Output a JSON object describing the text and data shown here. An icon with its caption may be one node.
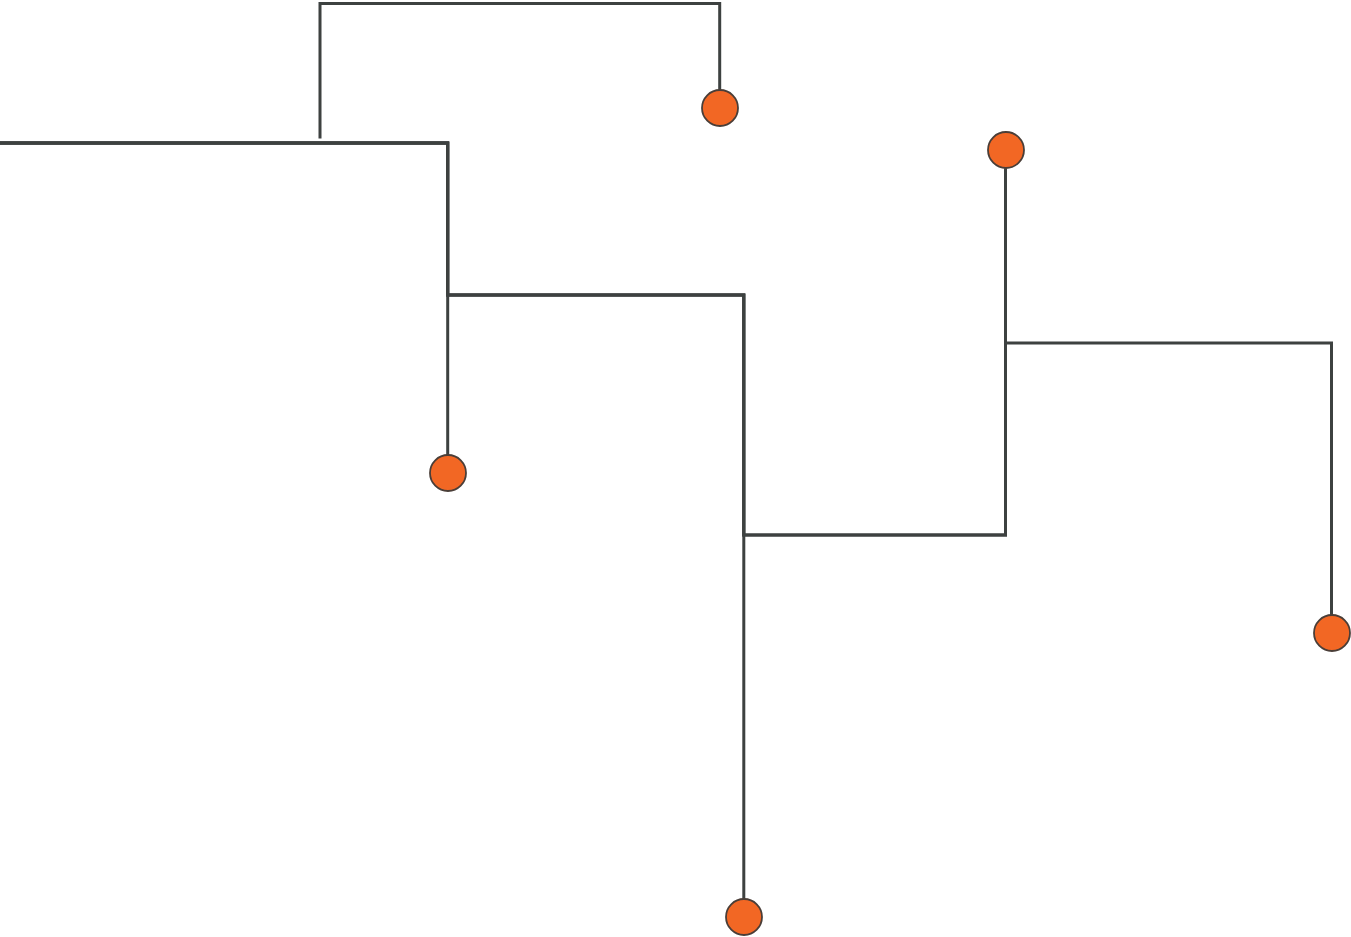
{
  "diagram": {
    "nodes": [
      {
        "text": [],
        "shape": "circle"
      },
      {
        "text": [],
        "shape": "circle"
      },
      {
        "text": [],
        "shape": "circle"
      },
      {
        "text": [],
        "shape": "circle"
      },
      {
        "text": [],
        "shape": "circle"
      }
    ],
    "edges": [
      {
        "from": null,
        "to": 0,
        "arrow": "none"
      },
      {
        "from": null,
        "to": 1,
        "arrow": "none"
      },
      {
        "from": null,
        "to": 2,
        "arrow": "none"
      },
      {
        "from": null,
        "to": 3,
        "arrow": "none"
      },
      {
        "from": null,
        "to": 4,
        "arrow": "none"
      }
    ]
  }
}
